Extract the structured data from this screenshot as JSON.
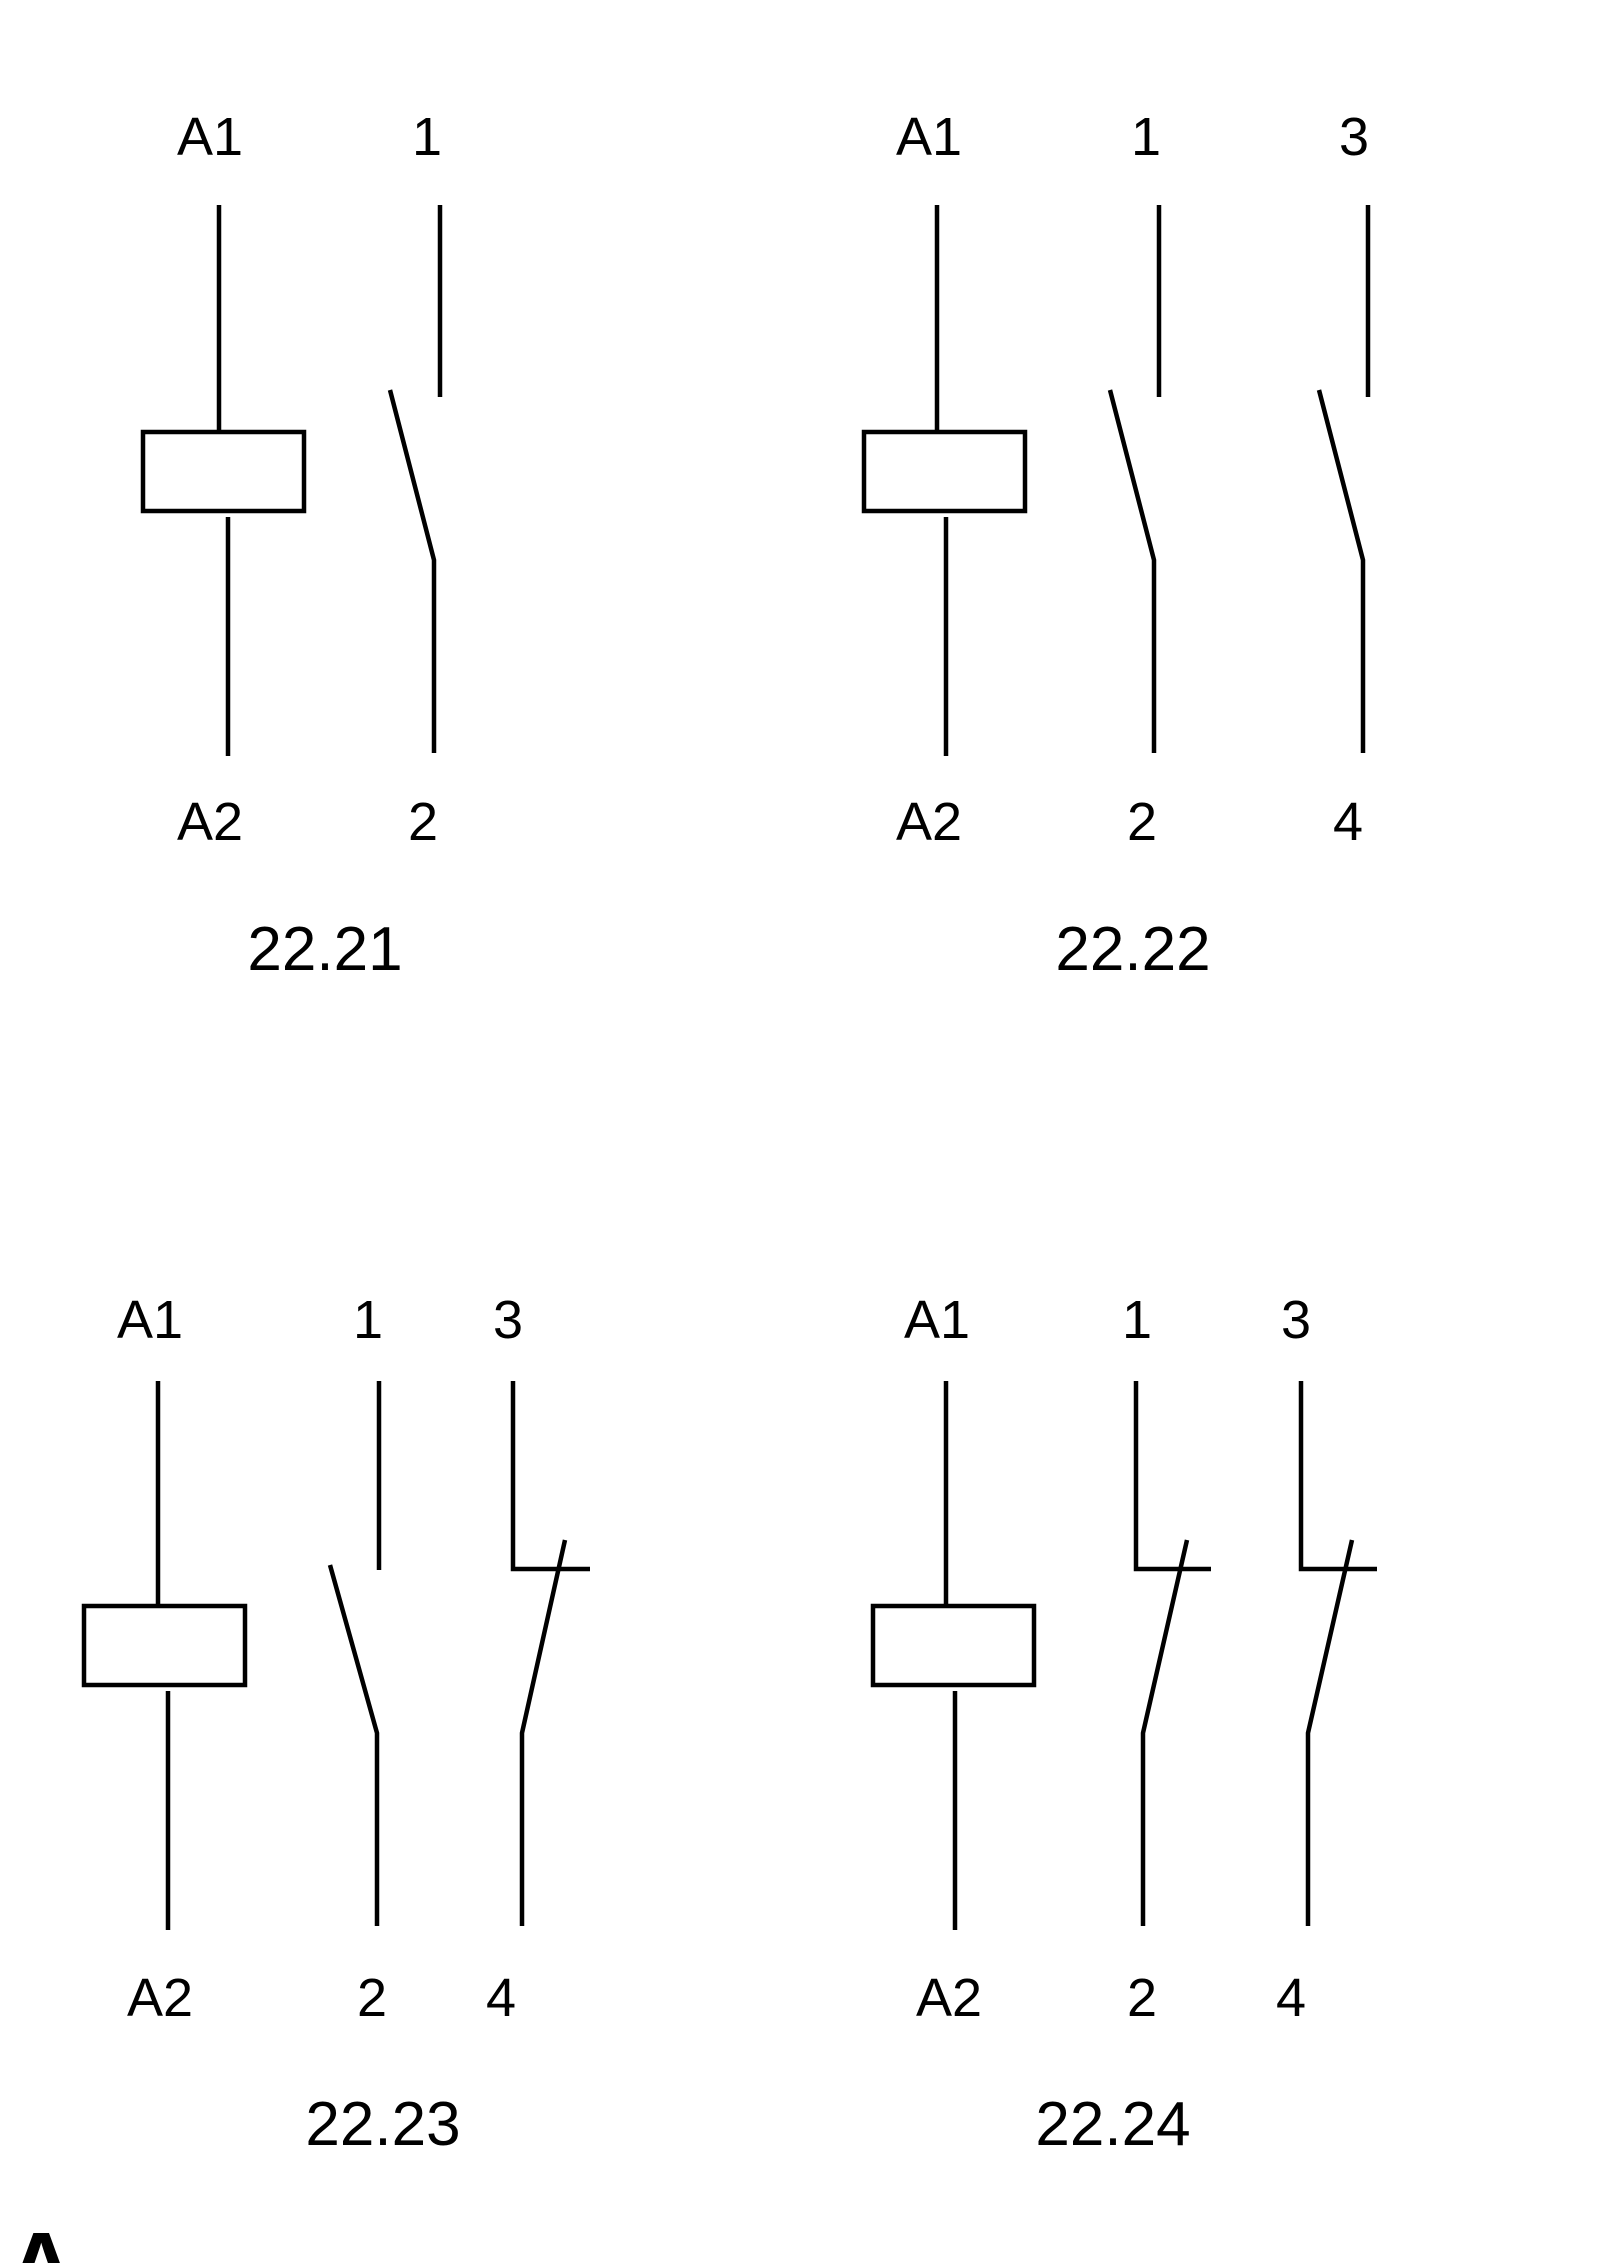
{
  "panel_letter": "A",
  "relays": [
    {
      "model": "22.21",
      "coil_top": "A1",
      "coil_bottom": "A2",
      "contacts": [
        {
          "top": "1",
          "bottom": "2",
          "type": "NO"
        }
      ]
    },
    {
      "model": "22.22",
      "coil_top": "A1",
      "coil_bottom": "A2",
      "contacts": [
        {
          "top": "1",
          "bottom": "2",
          "type": "NO"
        },
        {
          "top": "3",
          "bottom": "4",
          "type": "NO"
        }
      ]
    },
    {
      "model": "22.23",
      "coil_top": "A1",
      "coil_bottom": "A2",
      "contacts": [
        {
          "top": "1",
          "bottom": "2",
          "type": "NO"
        },
        {
          "top": "3",
          "bottom": "4",
          "type": "NC"
        }
      ]
    },
    {
      "model": "22.24",
      "coil_top": "A1",
      "coil_bottom": "A2",
      "contacts": [
        {
          "top": "1",
          "bottom": "2",
          "type": "NC"
        },
        {
          "top": "3",
          "bottom": "4",
          "type": "NC"
        }
      ]
    }
  ]
}
